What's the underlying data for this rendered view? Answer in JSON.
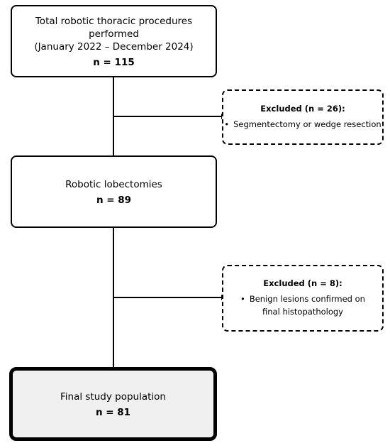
{
  "boxes": {
    "total": {
      "line1": "Total robotic thoracic procedures performed",
      "line2": "(January 2022 – December 2024)",
      "count": "n = 115"
    },
    "lobectomies": {
      "label": "Robotic lobectomies",
      "count": "n = 89"
    },
    "final": {
      "label": "Final study population",
      "count": "n = 81"
    }
  },
  "exclusions": [
    {
      "title": "Excluded (n = 26):",
      "bullet": "•",
      "reason_line1": "Segmentectomy or wedge resection",
      "reason_line2": ""
    },
    {
      "title": "Excluded (n = 8):",
      "bullet": "•",
      "reason_line1": "Benign lesions confirmed on",
      "reason_line2": "final histopathology"
    }
  ],
  "colors": {
    "stroke": "#000000",
    "final_fill": "#f0f0f0"
  }
}
